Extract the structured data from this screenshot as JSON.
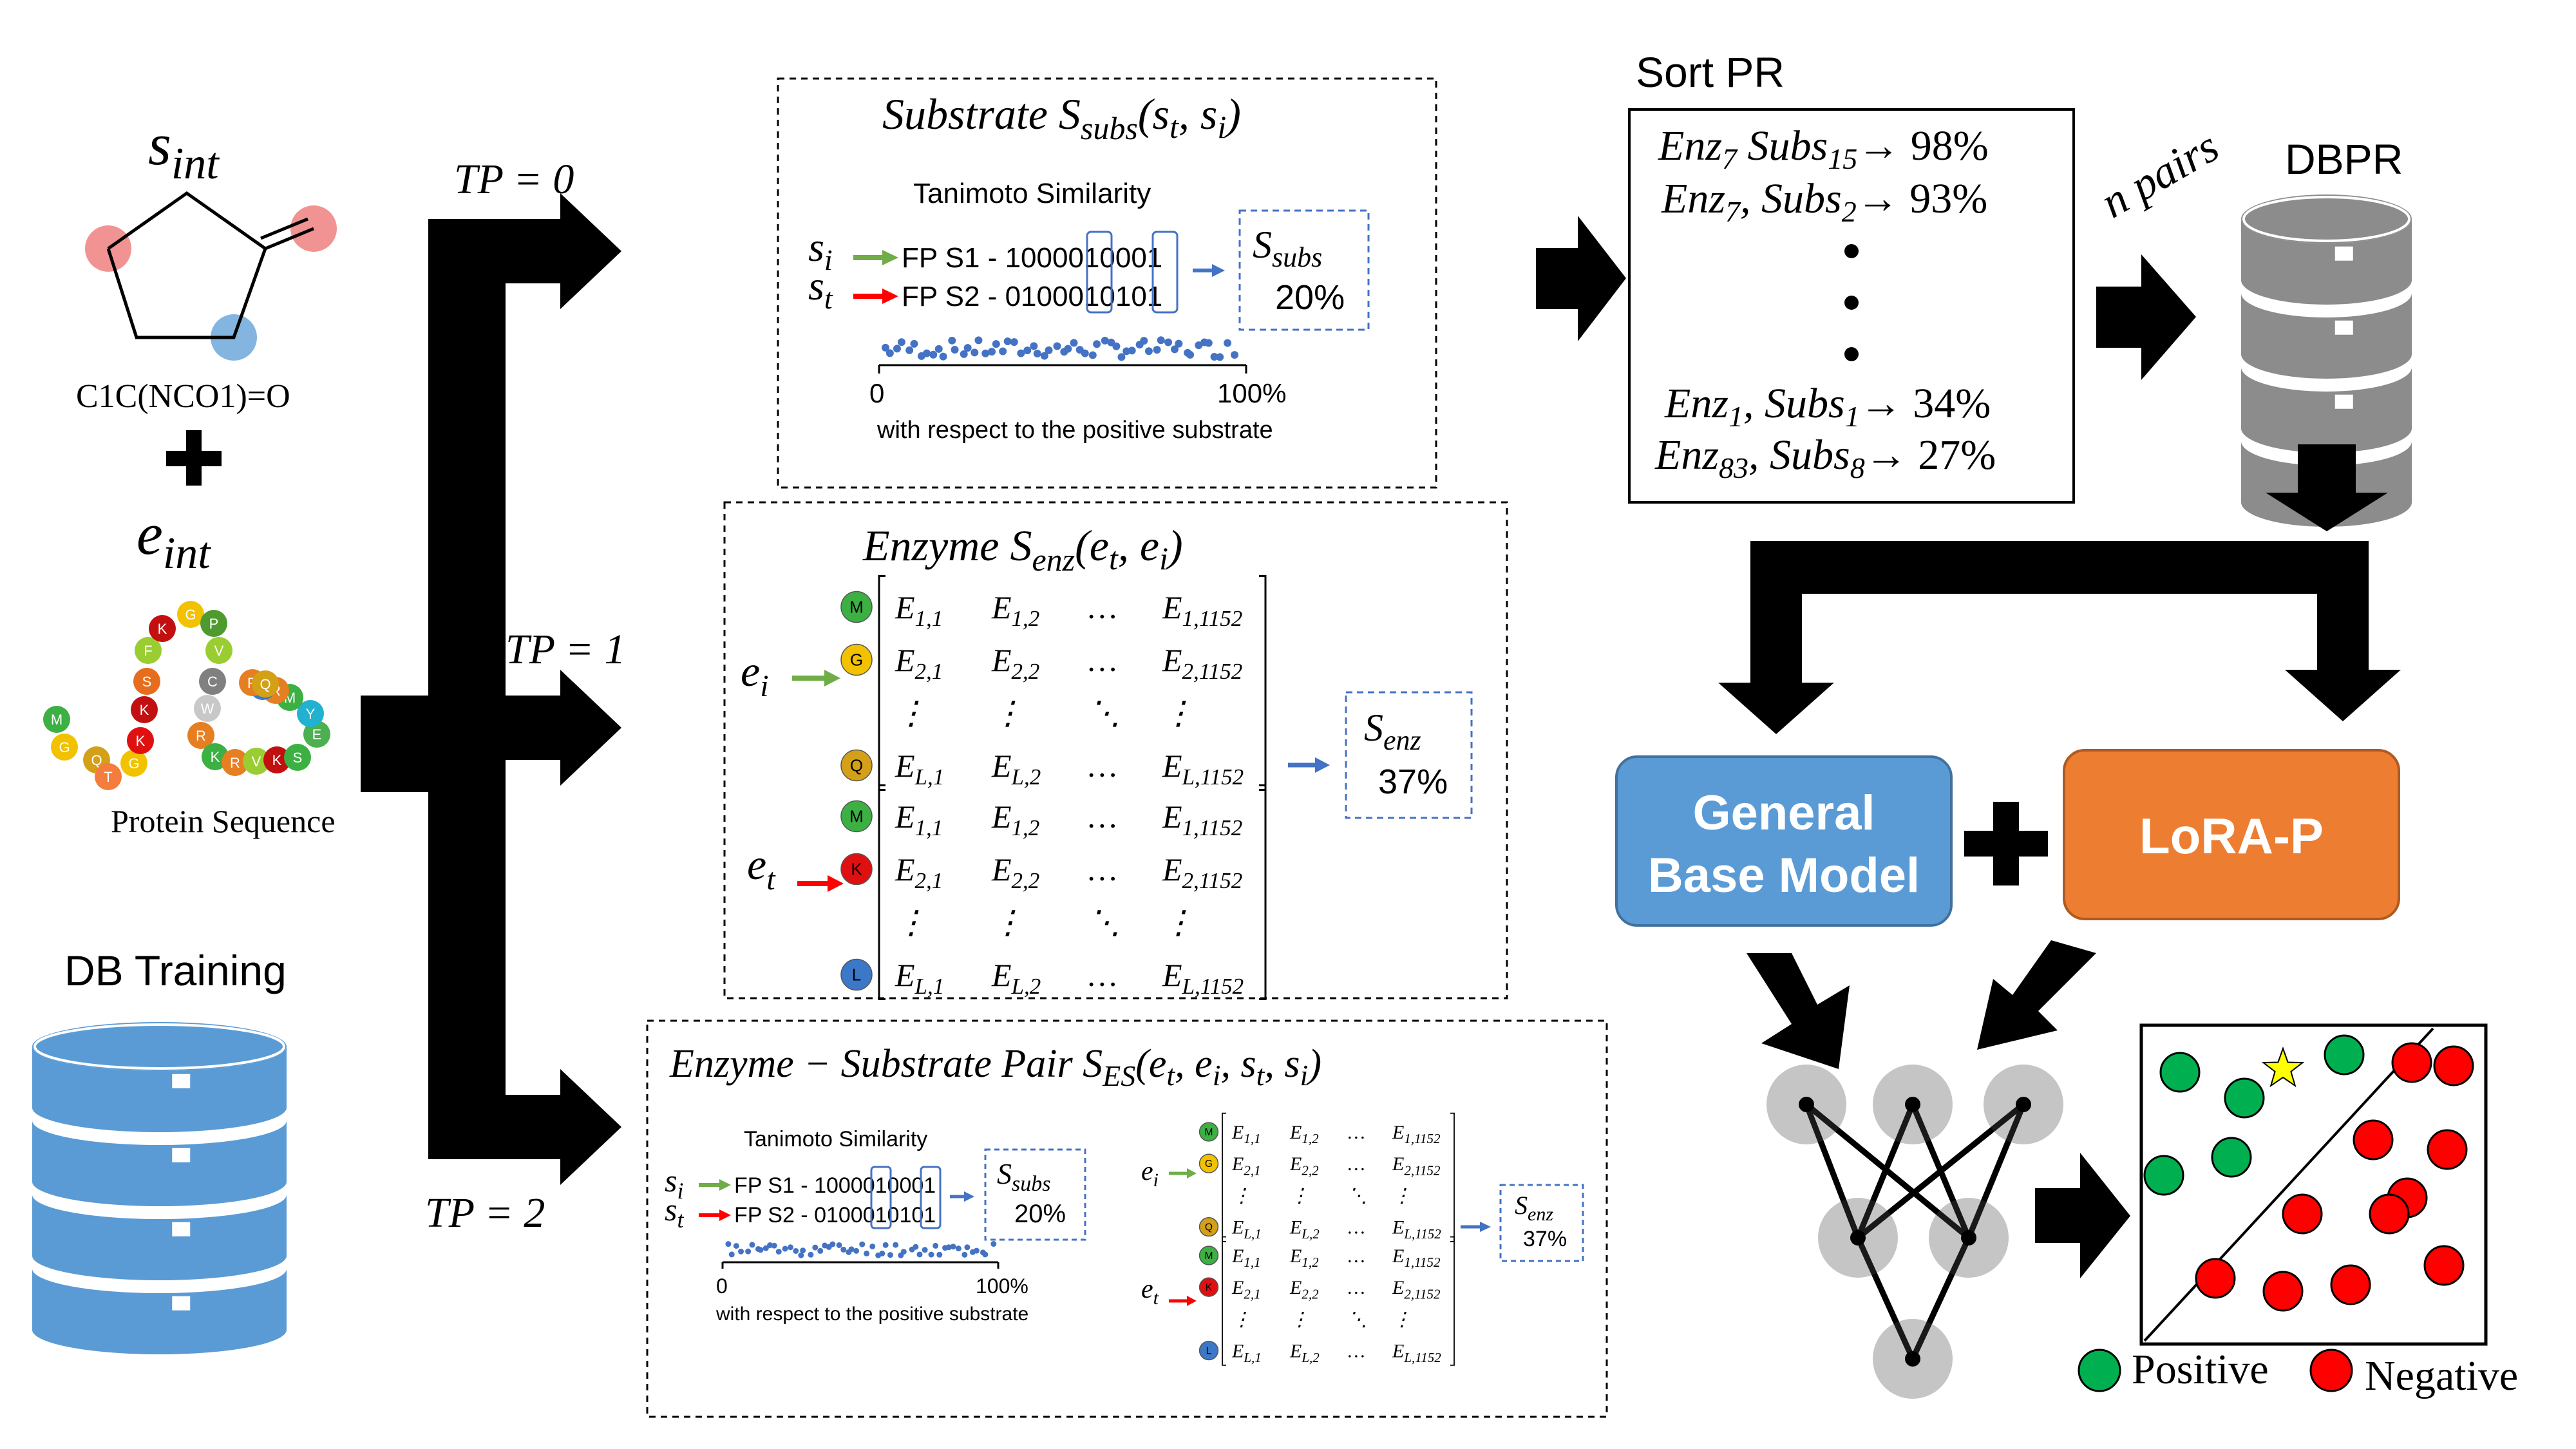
{
  "left": {
    "s_int_label": "s",
    "s_int_sub": "int",
    "smiles": "C1C(NCO1)=O",
    "e_int_label": "e",
    "e_int_sub": "int",
    "protein_label": "Protein Sequence",
    "residues": [
      {
        "letter": "M",
        "color": "#3cb043"
      },
      {
        "letter": "G",
        "color": "#f2c200"
      },
      {
        "letter": "Q",
        "color": "#d4a017"
      },
      {
        "letter": "T",
        "color": "#f47c3c"
      },
      {
        "letter": "G",
        "color": "#f2c200"
      },
      {
        "letter": "K",
        "color": "#e01010"
      },
      {
        "letter": "K",
        "color": "#c21010"
      },
      {
        "letter": "S",
        "color": "#e66d1e"
      },
      {
        "letter": "F",
        "color": "#9acd32"
      },
      {
        "letter": "K",
        "color": "#c21010"
      },
      {
        "letter": "G",
        "color": "#f2c200"
      },
      {
        "letter": "P",
        "color": "#4f9a2e"
      },
      {
        "letter": "V",
        "color": "#9acd32"
      },
      {
        "letter": "C",
        "color": "#808080"
      },
      {
        "letter": "W",
        "color": "#c8c8c8"
      },
      {
        "letter": "R",
        "color": "#e67e22"
      },
      {
        "letter": "K",
        "color": "#3cb043"
      },
      {
        "letter": "R",
        "color": "#e67e22"
      },
      {
        "letter": "V",
        "color": "#9acd32"
      },
      {
        "letter": "K",
        "color": "#c21010"
      },
      {
        "letter": "S",
        "color": "#3cb043"
      },
      {
        "letter": "E",
        "color": "#4caf50"
      },
      {
        "letter": "Y",
        "color": "#20b2d0"
      },
      {
        "letter": "M",
        "color": "#3cb043"
      },
      {
        "letter": "R",
        "color": "#e67e22"
      },
      {
        "letter": "L",
        "color": "#3c78c8"
      },
      {
        "letter": "R",
        "color": "#e67e22"
      },
      {
        "letter": "Q",
        "color": "#d4a017"
      }
    ],
    "db_training_label": "DB Training"
  },
  "tp_labels": [
    "TP = 0",
    "TP = 1",
    "TP = 2"
  ],
  "substrate_panel": {
    "title_word": "Substrate ",
    "title_symbol": "S",
    "title_sub": "subs",
    "title_args": "(s",
    "title_args_t": "t",
    "title_args_mid": ", s",
    "title_args_i": "i",
    "title_args_end": ")",
    "method": "Tanimoto Similarity",
    "row1_var": "s",
    "row1_sub": "i",
    "row1_text": "FP  S1 - 1000010001",
    "row2_var": "s",
    "row2_sub": "t",
    "row2_text": "FP  S2 - 0100010101",
    "result_symbol": "S",
    "result_sub": "subs",
    "result_value": "20%",
    "axis_min": "0",
    "axis_max": "100%",
    "axis_caption": "with respect to the positive substrate"
  },
  "enzyme_panel": {
    "title_word": "Enzyme ",
    "title_symbol": "S",
    "title_sub": "enz",
    "title_args": "(e",
    "title_args_t": "t",
    "title_args_mid": ", e",
    "title_args_i": "i",
    "title_args_end": ")",
    "e_i_var": "e",
    "e_i_sub": "i",
    "e_t_var": "e",
    "e_t_sub": "t",
    "matrix_i_residues": [
      {
        "letter": "M",
        "color": "#3cb043"
      },
      {
        "letter": "G",
        "color": "#f2c200"
      },
      {
        "letter": "Q",
        "color": "#d4a017"
      }
    ],
    "matrix_t_residues": [
      {
        "letter": "M",
        "color": "#3cb043"
      },
      {
        "letter": "K",
        "color": "#e01010"
      },
      {
        "letter": "L",
        "color": "#3c78c8"
      }
    ],
    "matrix_rows": [
      [
        "E1,1",
        "E1,2",
        "…",
        "E1,1152"
      ],
      [
        "E2,1",
        "E2,2",
        "…",
        "E2,1152"
      ],
      [
        "⋮",
        "⋮",
        "⋱",
        "⋮"
      ],
      [
        "EL,1",
        "EL,2",
        "…",
        "EL,1152"
      ]
    ],
    "result_symbol": "S",
    "result_sub": "enz",
    "result_value": "37%"
  },
  "pair_panel": {
    "title_text": "Enzyme − Substrate Pair ",
    "title_symbol": "S",
    "title_sub": "ES",
    "title_args": "(e",
    "title_args_t": "t",
    "title_args_mid1": ", e",
    "title_args_i": "i",
    "title_args_mid2": ", s",
    "title_args_t2": "t",
    "title_args_mid3": ", s",
    "title_args_i2": "i",
    "title_args_end": ")",
    "method": "Tanimoto Similarity",
    "row1_text": "FP  S1 - 1000010001",
    "row2_text": "FP  S2 - 0100010101",
    "subs_value": "20%",
    "enz_value": "37%",
    "axis_min": "0",
    "axis_max": "100%",
    "axis_caption": "with respect to the positive substrate"
  },
  "sort_pr": {
    "title": "Sort PR",
    "rows": [
      {
        "enz": "Enz",
        "enz_sub": "7",
        "sep": " ",
        "subs": "Subs",
        "subs_sub": "15",
        "value": "→  98%"
      },
      {
        "enz": "Enz",
        "enz_sub": "7",
        "sep": ", ",
        "subs": "Subs",
        "subs_sub": "2",
        "value": "→  93%"
      },
      {
        "enz": "Enz",
        "enz_sub": "1",
        "sep": ", ",
        "subs": "Subs",
        "subs_sub": "1",
        "value": "→ 34%"
      },
      {
        "enz": "Enz",
        "enz_sub": "83",
        "sep": ", ",
        "subs": "Subs",
        "subs_sub": "8",
        "value": "→ 27%"
      }
    ]
  },
  "n_pairs_label": "n pairs",
  "dbpr_label": "DBPR",
  "general_model": {
    "line1": "General",
    "line2": "Base Model",
    "color": "#5b9bd5"
  },
  "lora": {
    "label": "LoRA-P",
    "color": "#ed7d31"
  },
  "legend": {
    "positive": "Positive",
    "negative": "Negative",
    "positive_color": "#00b050",
    "negative_color": "#ff0000"
  },
  "colors": {
    "db_blue": "#5b9bd5",
    "db_gray": "#8c8c8c",
    "arrow_green": "#70ad47",
    "arrow_red": "#ff0000",
    "arrow_blue": "#4472c4",
    "dashed_blue": "#4472c4",
    "star": "#ffff00"
  }
}
